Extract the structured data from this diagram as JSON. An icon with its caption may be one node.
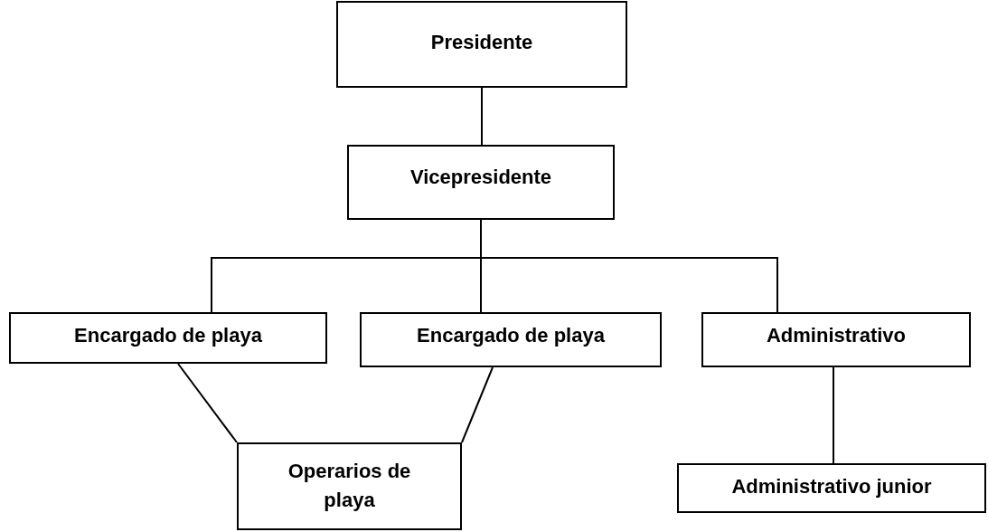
{
  "diagram": {
    "nodes": [
      {
        "text": [
          "Presidente"
        ]
      },
      {
        "text": [
          "Vicepresidente"
        ]
      },
      {
        "text": [
          "Encargado de playa"
        ]
      },
      {
        "text": [
          "Encargado de playa"
        ]
      },
      {
        "text": [
          "Administrativo"
        ]
      },
      {
        "text": [
          "Operarios de playa"
        ]
      },
      {
        "text": [
          "Administrativo junior"
        ]
      }
    ],
    "edges": [
      {
        "from": 0,
        "to": 1,
        "arrow": "none"
      },
      {
        "from": 1,
        "to": 2,
        "arrow": "none"
      },
      {
        "from": 1,
        "to": 3,
        "arrow": "none"
      },
      {
        "from": 1,
        "to": 4,
        "arrow": "none"
      },
      {
        "from": 2,
        "to": 5,
        "arrow": "none"
      },
      {
        "from": 3,
        "to": 5,
        "arrow": "none"
      },
      {
        "from": 4,
        "to": 6,
        "arrow": "none"
      }
    ]
  }
}
